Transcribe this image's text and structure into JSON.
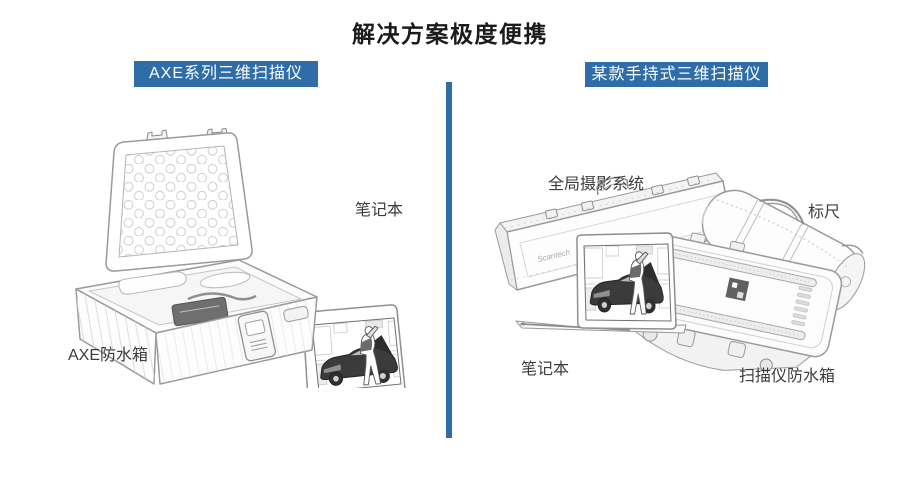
{
  "title": "解决方案极度便携",
  "colors": {
    "accent_blue": "#2e6da8"
  },
  "left_panel": {
    "badge_label": "AXE系列三维扫描仪",
    "labels": {
      "laptop": "笔记本",
      "case": "AXE防水箱"
    }
  },
  "right_panel": {
    "badge_label": "某款手持式三维扫描仪",
    "case_logo": "Scantech",
    "labels": {
      "photogrammetry_system": "全局摄影系统",
      "scale_bar": "标尺",
      "laptop": "笔记本",
      "scanner_case": "扫描仪防水箱"
    }
  }
}
